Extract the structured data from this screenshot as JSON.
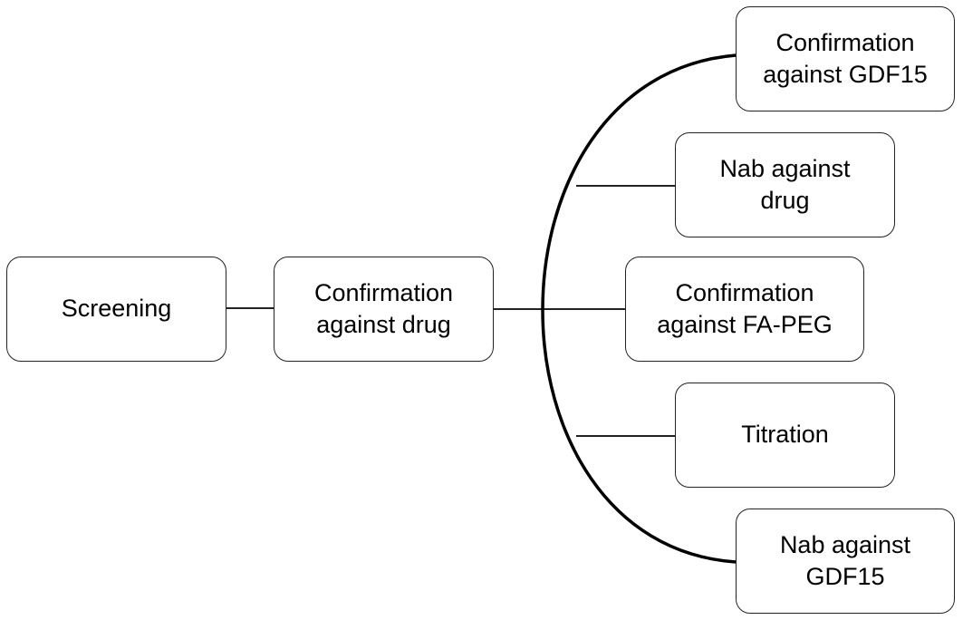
{
  "diagram": {
    "nodes": [
      {
        "id": "screening",
        "lines": [
          "Screening"
        ]
      },
      {
        "id": "confirm-drug",
        "lines": [
          "Confirmation",
          "against drug"
        ]
      },
      {
        "id": "confirm-gdf15",
        "lines": [
          "Confirmation",
          "against GDF15"
        ]
      },
      {
        "id": "nab-drug",
        "lines": [
          "Nab against",
          "drug"
        ]
      },
      {
        "id": "confirm-fapeg",
        "lines": [
          "Confirmation",
          "against FA-PEG"
        ]
      },
      {
        "id": "titration",
        "lines": [
          "Titration"
        ]
      },
      {
        "id": "nab-gdf15",
        "lines": [
          "Nab against",
          "GDF15"
        ]
      }
    ],
    "edges": [
      {
        "from": "screening",
        "to": "confirm-drug"
      },
      {
        "from": "confirm-drug",
        "to": "confirm-gdf15"
      },
      {
        "from": "confirm-drug",
        "to": "nab-drug"
      },
      {
        "from": "confirm-drug",
        "to": "confirm-fapeg"
      },
      {
        "from": "confirm-drug",
        "to": "titration"
      },
      {
        "from": "confirm-drug",
        "to": "nab-gdf15"
      }
    ],
    "colors": {
      "stroke": "#222222",
      "background": "#ffffff",
      "text": "#000000"
    }
  }
}
